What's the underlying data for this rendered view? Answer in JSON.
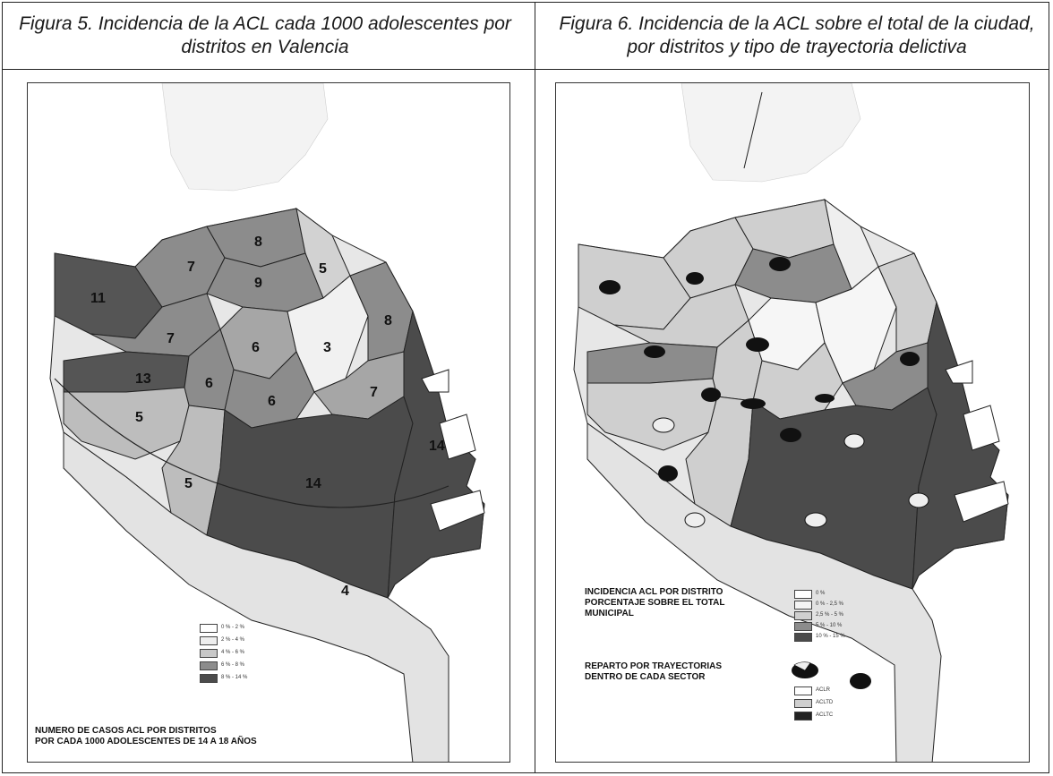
{
  "captions": {
    "fig5": "Figura 5. Incidencia de la ACL cada 1000 adolescentes por distritos en Valencia",
    "fig6": "Figura 6. Incidencia de la ACL sobre el total de la ciudad, por distritos y tipo de trayectoria delictiva"
  },
  "map_left": {
    "district_numbers": [
      "11",
      "7",
      "8",
      "5",
      "9",
      "7",
      "6",
      "3",
      "8",
      "13",
      "6",
      "6",
      "7",
      "5",
      "5",
      "14",
      "14",
      "4"
    ],
    "legend_items": [
      "0 % - 2 %",
      "2 % - 4 %",
      "4 % - 6 %",
      "6 % - 8 %",
      "8 % - 14 %"
    ],
    "legend_title": "NUMERO DE CASOS ACL POR DISTRITOS\nPOR CADA 1000 ADOLESCENTES DE 14 A 18 AÑOS",
    "colors": {
      "light": "#e9e9e9",
      "mid_light": "#cfcfcf",
      "mid": "#a9a9a9",
      "dark": "#7b7b7b",
      "darkest": "#444444"
    }
  },
  "map_right": {
    "incidence_title": "INCIDENCIA ACL POR DISTRITO\nPORCENTAJE SOBRE EL TOTAL\nMUNICIPAL",
    "incidence_items": [
      "0 %",
      "0 % - 2,5 %",
      "2,5 % - 5 %",
      "5 % - 10 %",
      "10 % - 15 %"
    ],
    "reparto_title": "REPARTO POR TRAYECTORIAS\nDENTRO DE CADA SECTOR",
    "reparto_items": [
      "ACLR",
      "ACLTD",
      "ACLTC"
    ]
  }
}
